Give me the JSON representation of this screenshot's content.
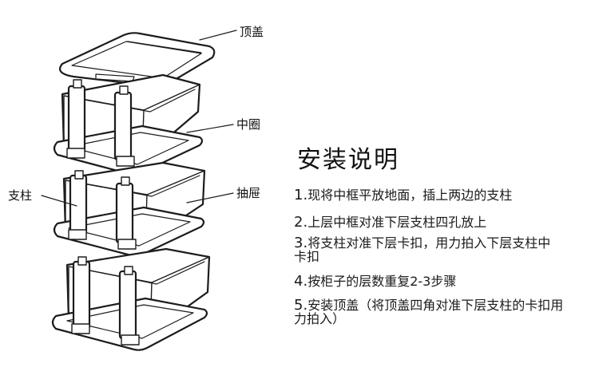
{
  "callouts": {
    "top_lid": "顶盖",
    "middle_ring": "中圈",
    "drawer": "抽屉",
    "pillar": "支柱"
  },
  "instructions": {
    "title": "安装说明",
    "steps": [
      {
        "num": "1.",
        "text": "现将中框平放地面，插上两边的支柱"
      },
      {
        "num": "2.",
        "text": "上层中框对准下层支柱四孔放上"
      },
      {
        "num": "3.",
        "text": "将支柱对准下层卡扣，用力拍入下层支柱中卡扣"
      },
      {
        "num": "4.",
        "text": "按柜子的层数重复2-3步骤"
      },
      {
        "num": "5.",
        "text": "安装顶盖（将顶盖四角对准下层支柱的卡扣用力拍入）"
      }
    ]
  }
}
